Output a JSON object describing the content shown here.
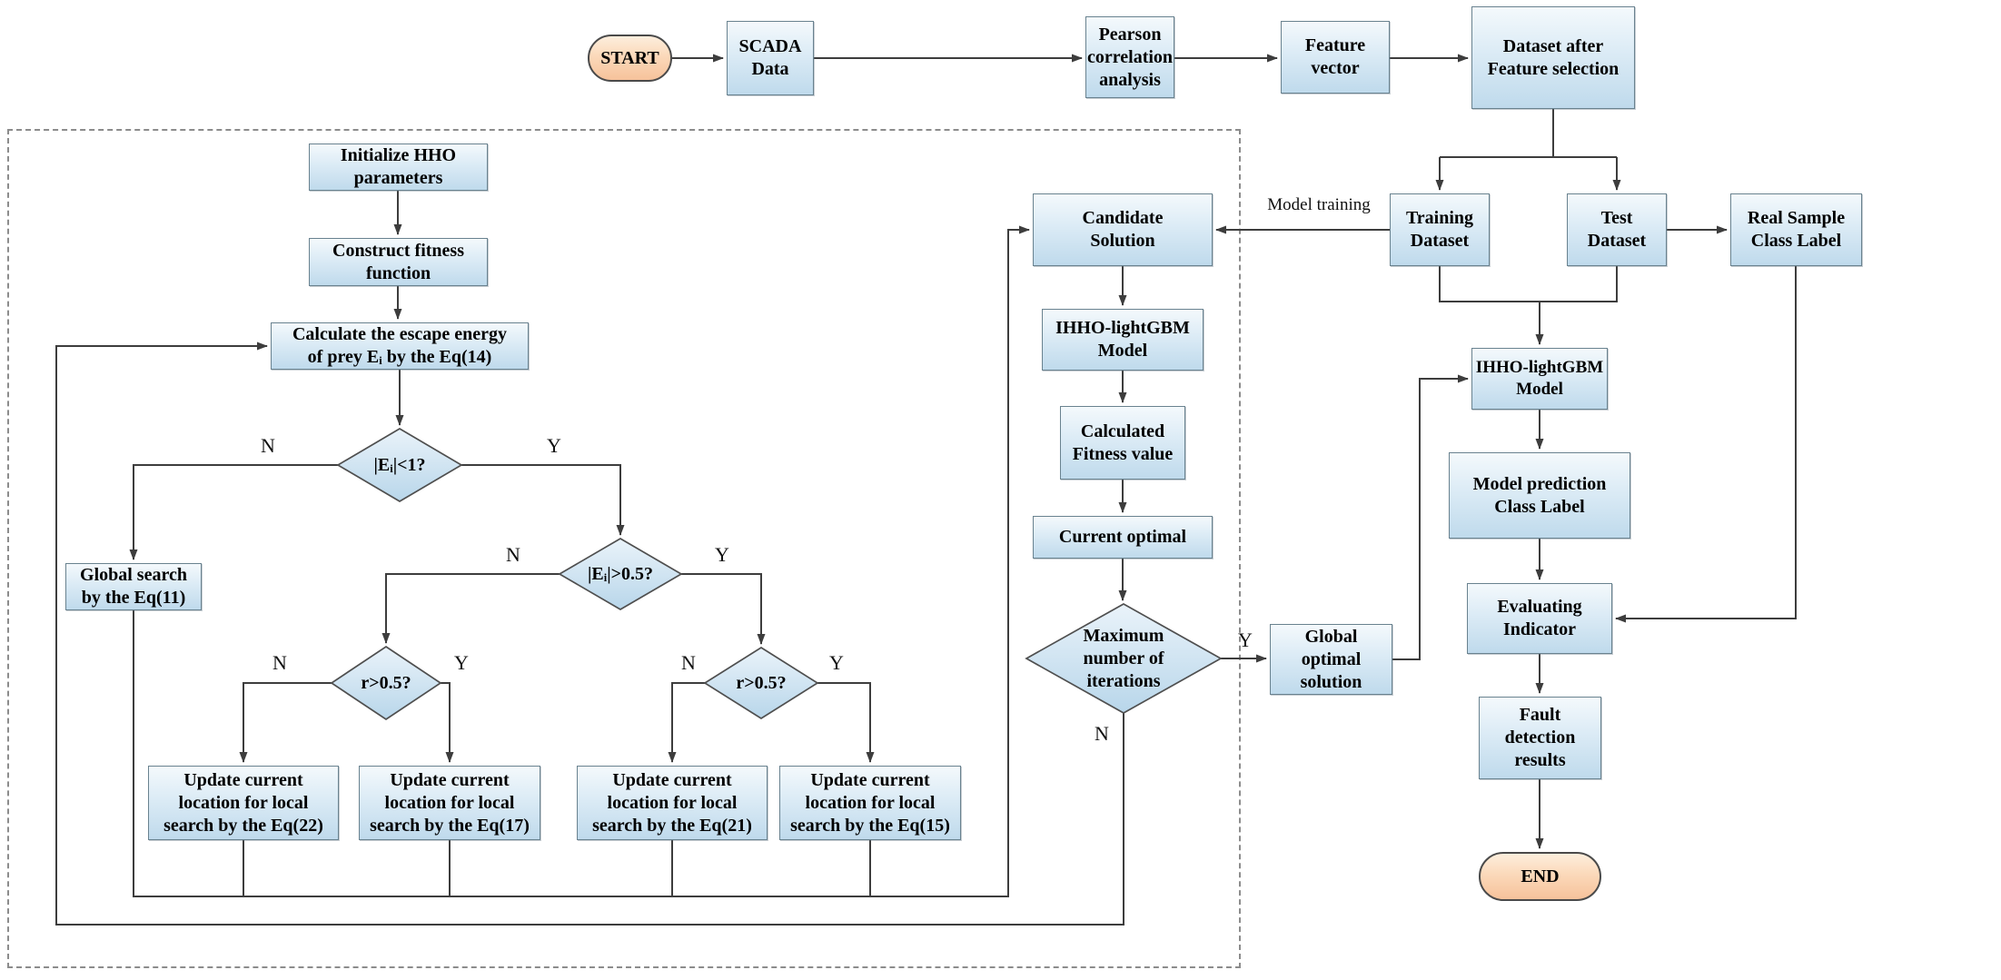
{
  "nodes": {
    "start": "START",
    "scada": "SCADA\nData",
    "pearson": "Pearson\ncorrelation\nanalysis",
    "feature_vector": "Feature\nvector",
    "dataset_after": "Dataset after\nFeature selection",
    "init_hho": "Initialize HHO\nparameters",
    "construct_fitness": "Construct fitness\nfunction",
    "calc_escape": "Calculate the escape energy\nof prey Eᵢ by the Eq(14)",
    "cond_e_lt_1": "|Eᵢ|<1?",
    "global_search": "Global search\nby the Eq(11)",
    "cond_e_gt_05": "|Eᵢ|>0.5?",
    "cond_r1": "r>0.5?",
    "cond_r2": "r>0.5?",
    "update_eq22": "Update current\nlocation for local\nsearch by the Eq(22)",
    "update_eq17": "Update current\nlocation for local\nsearch by the Eq(17)",
    "update_eq21": "Update current\nlocation for local\nsearch by the Eq(21)",
    "update_eq15": "Update current\nlocation for local\nsearch by the Eq(15)",
    "candidate_solution": "Candidate\nSolution",
    "ihho_model_mid": "IHHO-lightGBM\nModel",
    "calculated_fitness": "Calculated\nFitness value",
    "current_optimal": "Current optimal",
    "max_iterations": "Maximum\nnumber of\niterations",
    "global_optimal": "Global\noptimal\nsolution",
    "training_dataset": "Training\nDataset",
    "test_dataset": "Test Dataset",
    "real_sample": "Real Sample\nClass Label",
    "ihho_model_right": "IHHO-lightGBM\nModel",
    "model_prediction": "Model prediction\nClass Label",
    "evaluating_indicator": "Evaluating\nIndicator",
    "fault_results": "Fault\ndetection\nresults",
    "end": "END"
  },
  "branch_labels": {
    "yes": "Y",
    "no": "N"
  },
  "annotations": {
    "model_training": "Model training"
  },
  "colors": {
    "process_fill": "#cfe3f2",
    "terminal_fill": "#f8cda6",
    "node_border": "#69828f",
    "line": "#3d3d3d",
    "dashed_frame": "#8c8c8c"
  }
}
